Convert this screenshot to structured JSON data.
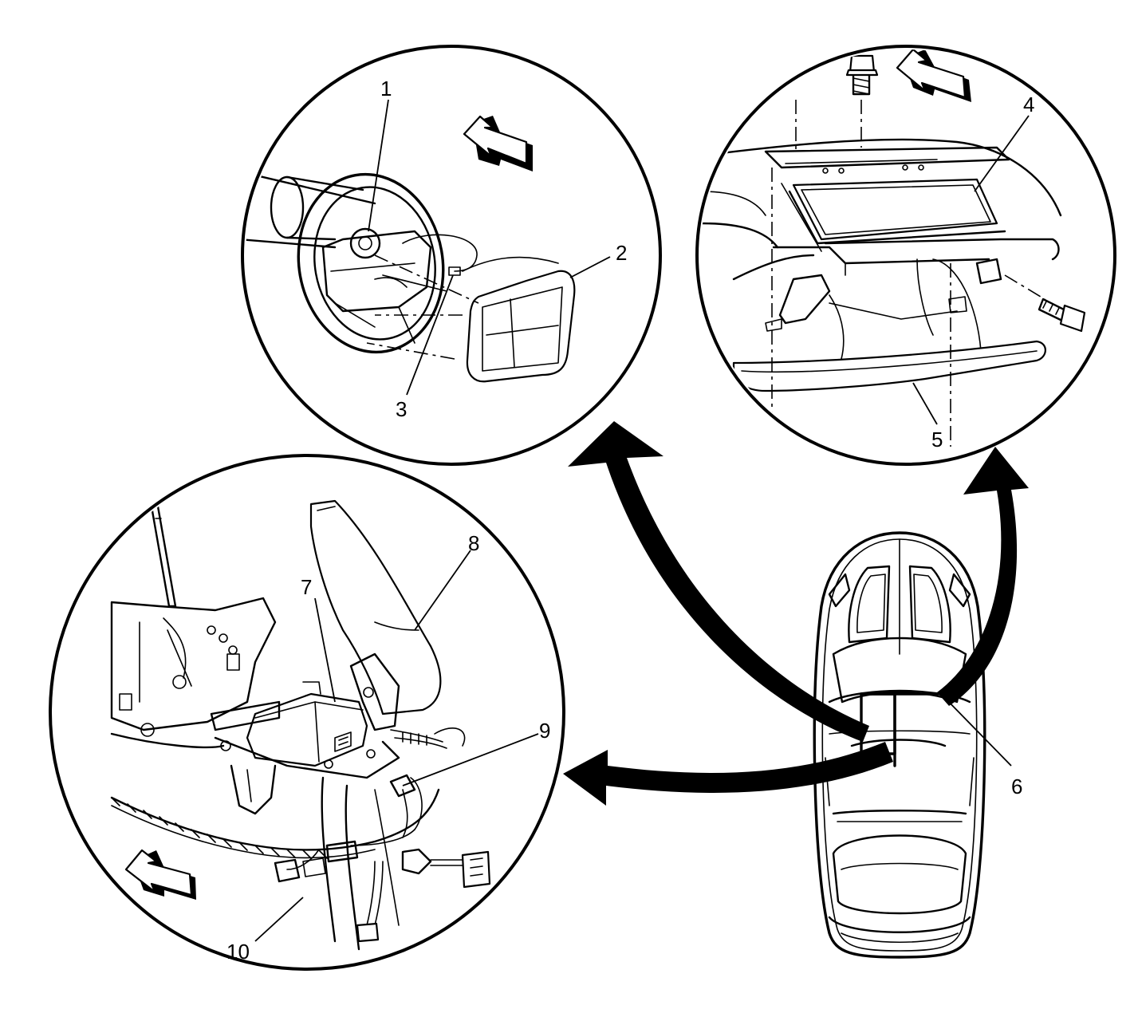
{
  "callouts": {
    "c1": "1",
    "c2": "2",
    "c3": "3",
    "c4": "4",
    "c5": "5",
    "c6": "6",
    "c7": "7",
    "c8": "8",
    "c9": "9",
    "c10": "10"
  },
  "colors": {
    "ink": "#000000",
    "paper": "#ffffff"
  },
  "icons": {
    "direction_arrow": "forward-direction-arrow-icon",
    "curved_arrow": "curved-pointer-arrow-icon"
  }
}
